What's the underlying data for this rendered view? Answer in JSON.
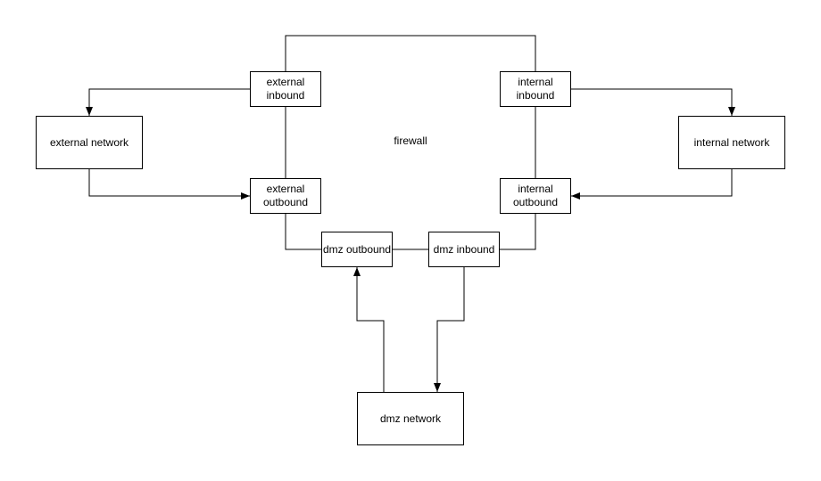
{
  "diagram": {
    "firewall_label": "firewall",
    "nodes": [
      {
        "id": "external-network",
        "label": "external network"
      },
      {
        "id": "internal-network",
        "label": "internal network"
      },
      {
        "id": "dmz-network",
        "label": "dmz network"
      },
      {
        "id": "external-inbound",
        "label": "external\ninbound"
      },
      {
        "id": "external-outbound",
        "label": "external\noutbound"
      },
      {
        "id": "internal-inbound",
        "label": "internal\ninbound"
      },
      {
        "id": "internal-outbound",
        "label": "internal\noutbound"
      },
      {
        "id": "dmz-outbound",
        "label": "dmz outbound"
      },
      {
        "id": "dmz-inbound",
        "label": "dmz inbound"
      }
    ],
    "edges": [
      {
        "from": "external-inbound",
        "to": "external-network",
        "arrow": true
      },
      {
        "from": "external-network",
        "to": "external-outbound",
        "arrow": true
      },
      {
        "from": "internal-inbound",
        "to": "internal-network",
        "arrow": true
      },
      {
        "from": "internal-network",
        "to": "internal-outbound",
        "arrow": true
      },
      {
        "from": "dmz-network",
        "to": "dmz-outbound",
        "arrow": true
      },
      {
        "from": "dmz-inbound",
        "to": "dmz-network",
        "arrow": true
      },
      {
        "from": "external-inbound",
        "to": "internal-inbound",
        "arrow": false
      },
      {
        "from": "external-inbound",
        "to": "external-outbound",
        "arrow": false
      },
      {
        "from": "internal-inbound",
        "to": "internal-outbound",
        "arrow": false
      },
      {
        "from": "external-outbound",
        "to": "dmz-outbound",
        "arrow": false
      },
      {
        "from": "internal-outbound",
        "to": "dmz-inbound",
        "arrow": false
      },
      {
        "from": "dmz-outbound",
        "to": "dmz-inbound",
        "arrow": false
      }
    ]
  },
  "colors": {
    "stroke": "#000000",
    "node_fill": "#ffffff",
    "text": "#000000",
    "background": "#ffffff"
  }
}
